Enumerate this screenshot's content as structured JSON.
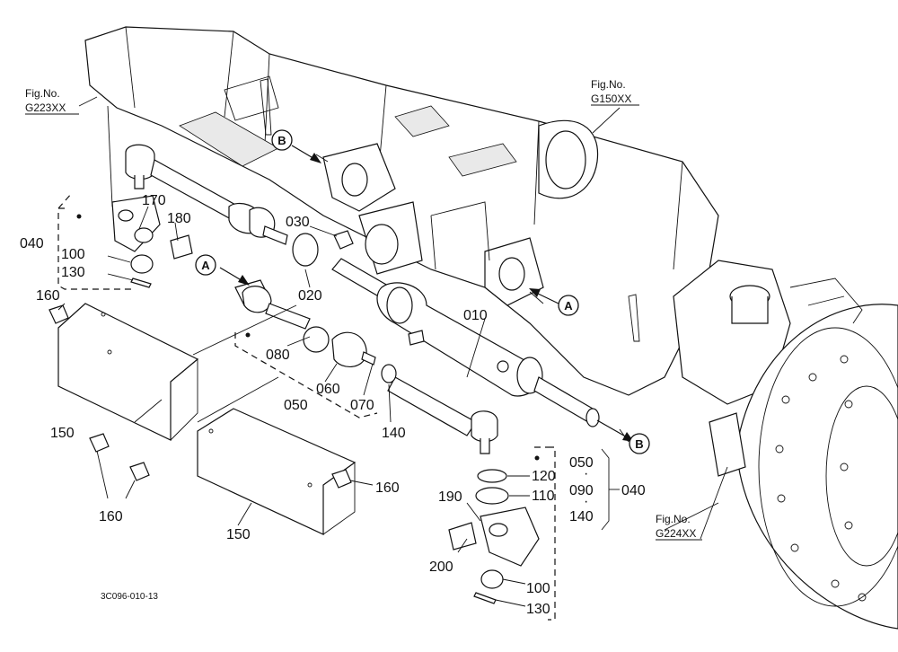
{
  "figure_refs": [
    {
      "id": "g223",
      "label": "Fig.No.",
      "code": "G223XX"
    },
    {
      "id": "g150",
      "label": "Fig.No.",
      "code": "G150XX"
    },
    {
      "id": "g224",
      "label": "Fig.No.",
      "code": "G224XX"
    }
  ],
  "part_numbers": {
    "p010": "010",
    "p020": "020",
    "p030": "030",
    "p040a": "040",
    "p040b": "040",
    "p050a": "050",
    "p050b": "050",
    "p060": "060",
    "p070": "070",
    "p080": "080",
    "p090": "090",
    "p100a": "100",
    "p100b": "100",
    "p110": "110",
    "p120": "120",
    "p130a": "130",
    "p130b": "130",
    "p140a": "140",
    "p140b": "140",
    "p150a": "150",
    "p150b": "150",
    "p160a": "160",
    "p160b": "160",
    "p160c": "160",
    "p170": "170",
    "p180": "180",
    "p190": "190",
    "p200": "200"
  },
  "section_markers": {
    "a1": "A",
    "a2": "A",
    "b1": "B",
    "b2": "B"
  },
  "drawing_code": "3C096-010-13"
}
